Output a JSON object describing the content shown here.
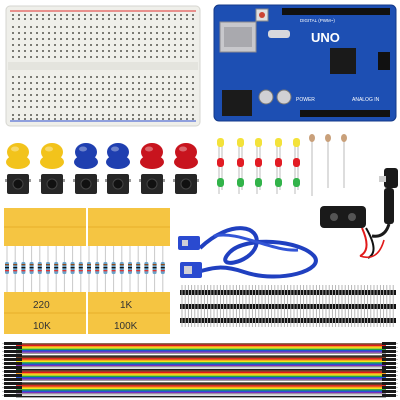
{
  "board": {
    "brand_label": "UNO",
    "power_label": "POWER",
    "analog_label": "ANALOG IN",
    "digital_label": "DIGITAL (PWM~)"
  },
  "resistor_strips": [
    {
      "value_label": "220"
    },
    {
      "value_label": "1K"
    },
    {
      "value_label": "10K"
    },
    {
      "value_label": "100K"
    }
  ],
  "button_caps": {
    "colors": [
      "#f2c31b",
      "#f2c31b",
      "#1f3fb0",
      "#1f3fb0",
      "#c8141e",
      "#c8141e"
    ],
    "count": 6
  },
  "leds": {
    "colors": [
      "#f3e23a",
      "#e21c24",
      "#32b34a"
    ],
    "per_color": 5
  },
  "jumper_wire_colors": [
    "#6b3a1e",
    "#e11a1a",
    "#f39a1e",
    "#f5e21a",
    "#26a841",
    "#1f56d6",
    "#7d2fb8",
    "#9b9b9b",
    "#ffffff",
    "#1b1b1b"
  ],
  "accent_colors": {
    "pcb_blue": "#1d4fb3",
    "label_paper": "#f5c542",
    "cable_blue": "#2040c0",
    "breadboard": "#eeeeea"
  }
}
